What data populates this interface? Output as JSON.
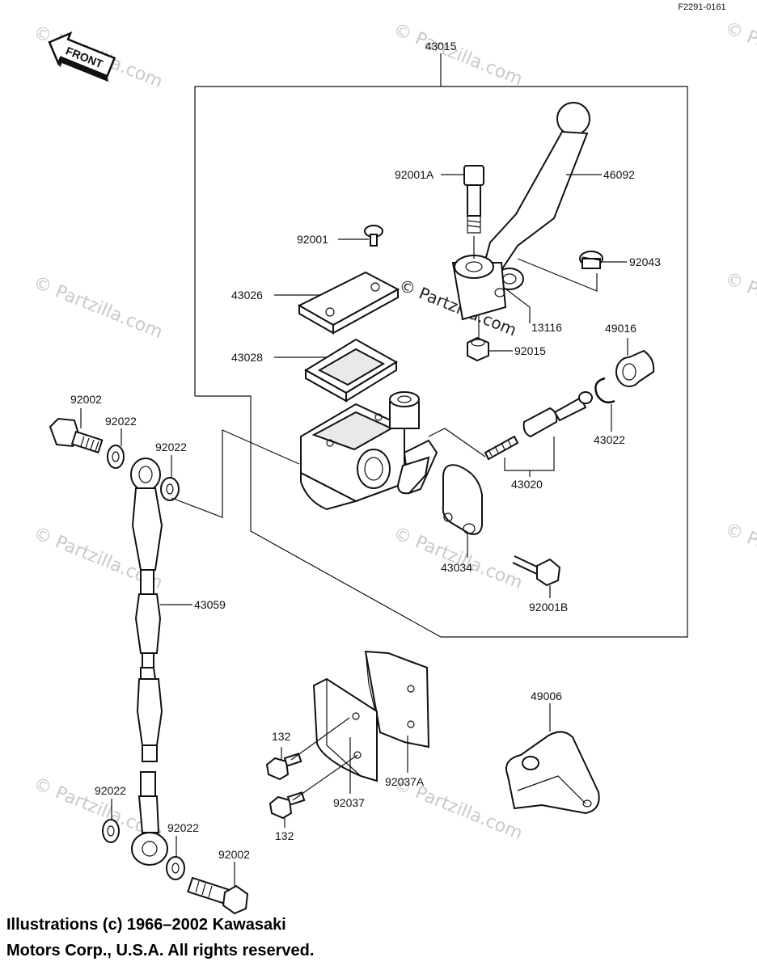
{
  "diagram_code": "F2291-0161",
  "front_label": "FRONT",
  "watermark_text": "© Partzilla.com",
  "copyright": "Illustrations (c) 1966–2002 Kawasaki\nMotors Corp., U.S.A.  All rights reserved.",
  "parts": {
    "assembly": "43015",
    "lever": "46092",
    "lever_bolt": "92001A",
    "cap_screw": "92001",
    "pivot_screw": "92043",
    "cap": "43026",
    "diaphragm": "43028",
    "bushing": "13116",
    "nut": "92015",
    "boot": "49016",
    "circlip": "43022",
    "piston_set": "43020",
    "clamp": "43034",
    "clamp_bolt": "92001B",
    "banjo_bolt_upper": "92002",
    "washer_1": "92022",
    "washer_2": "92022",
    "brake_hose": "43059",
    "washer_3": "92022",
    "washer_4": "92022",
    "banjo_bolt_lower": "92002",
    "bolt_upper": "132",
    "bolt_lower": "132",
    "bracket": "92037",
    "bracket_a": "92037A",
    "cover": "49006"
  }
}
